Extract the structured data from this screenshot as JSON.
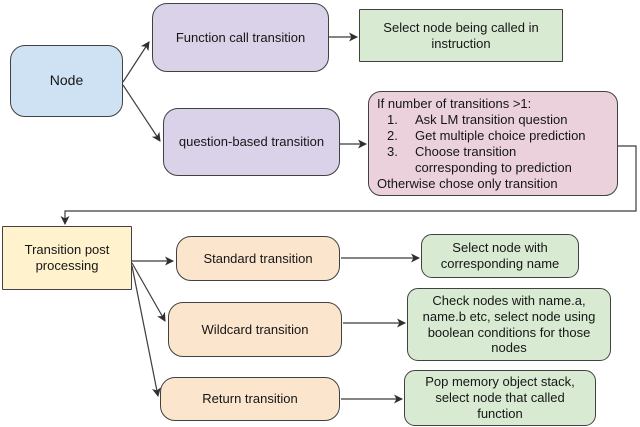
{
  "palette": {
    "node_fill": "#cfe2f3",
    "transition_fill": "#d9d2e9",
    "result_fill": "#d9ead3",
    "logic_fill": "#ead1dc",
    "post_transition_fill": "#fce5cd",
    "post_processing_fill": "#fff2cc",
    "border": "#414141",
    "connector": "#3c3c3c"
  },
  "flow": {
    "node": {
      "label": "Node"
    },
    "function_call": {
      "label": "Function call transition"
    },
    "select_called": {
      "label": "Select node being called in instruction"
    },
    "question_based": {
      "label": "question-based transition"
    },
    "lm_logic": {
      "header": "If number of transitions >1:",
      "items": [
        {
          "num": "1.",
          "lines": [
            "Ask LM transition question"
          ]
        },
        {
          "num": "2.",
          "lines": [
            "Get multiple choice prediction"
          ]
        },
        {
          "num": "3.",
          "lines": [
            "Choose transition",
            "corresponding to prediction"
          ]
        }
      ],
      "footer": "Otherwise chose only transition"
    },
    "post_processing": {
      "label": "Transition post processing"
    },
    "standard": {
      "label": "Standard transition"
    },
    "select_corresponding": {
      "label": "Select node with corresponding name"
    },
    "wildcard": {
      "label": "Wildcard transition"
    },
    "check_nodes": {
      "label": "Check nodes with name.a, name.b etc, select node using boolean conditions for those nodes"
    },
    "return": {
      "label": "Return transition"
    },
    "pop_memory": {
      "label": "Pop memory object stack, select node that called function"
    }
  }
}
